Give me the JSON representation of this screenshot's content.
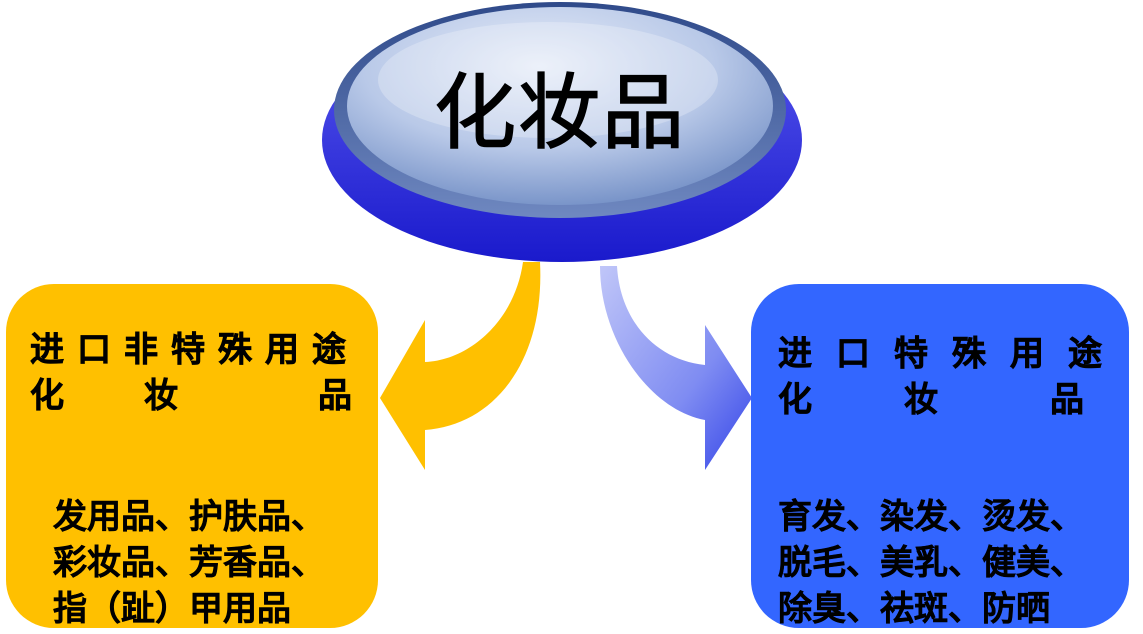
{
  "root": {
    "title": "化妆品"
  },
  "left_box": {
    "title_line1": "进口非特殊用途",
    "title_line2_chars": [
      "化",
      "妆",
      "品"
    ],
    "body_lines": [
      "发用品、护肤品、",
      "彩妆品、芳香品、",
      "指（趾）甲用品"
    ],
    "color": "#ffc000"
  },
  "right_box": {
    "title_line1": "进口特殊用途",
    "title_line2_chars": [
      "化",
      "妆",
      "品"
    ],
    "body_lines": [
      "育发、染发、烫发、",
      "脱毛、美乳、健美、",
      "除臭、祛斑、防晒"
    ],
    "color": "#3366ff"
  },
  "colors": {
    "ellipse_outer": "#3333dd",
    "ellipse_inner": "#8aa8d8",
    "arrow_left": "#ffc000",
    "arrow_right": "#6f7ff0"
  }
}
